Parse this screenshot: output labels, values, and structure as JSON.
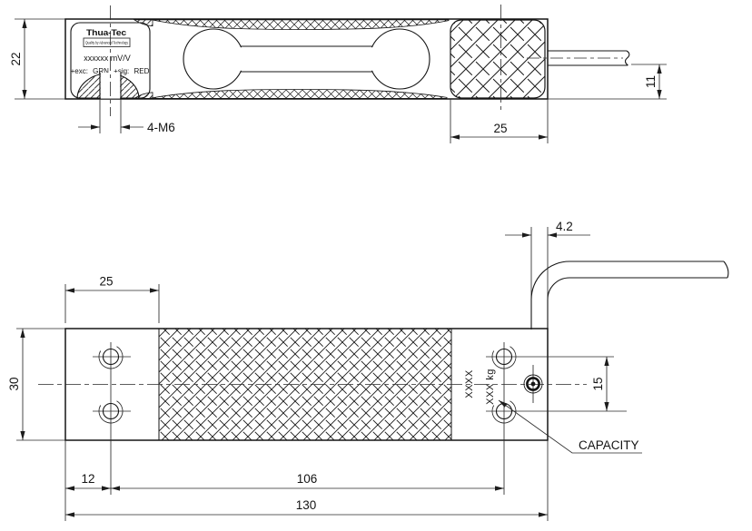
{
  "side_view": {
    "plate": {
      "brand": "Thua-Tec",
      "tagline": "Quality by Advanced Technology",
      "rating": "xxxxxx mV/V",
      "wiring": "+exc: GRN +sig: RED"
    },
    "dims": {
      "body_height": "22",
      "mounting_thread": "4-M6",
      "boot_length": "25",
      "cable_height": "11"
    }
  },
  "plan_view": {
    "dims": {
      "body_width": "30",
      "end_flat": "25",
      "cable_dia": "4.2",
      "hole_pitch": "15",
      "edge_to_hole": "12",
      "hole_span": "106",
      "overall_length": "130"
    },
    "markings": {
      "model": "XXXX",
      "capacity_value": "XXX kg",
      "capacity_label": "CAPACITY"
    }
  },
  "colors": {
    "line": "#141414",
    "background": "#ffffff"
  }
}
